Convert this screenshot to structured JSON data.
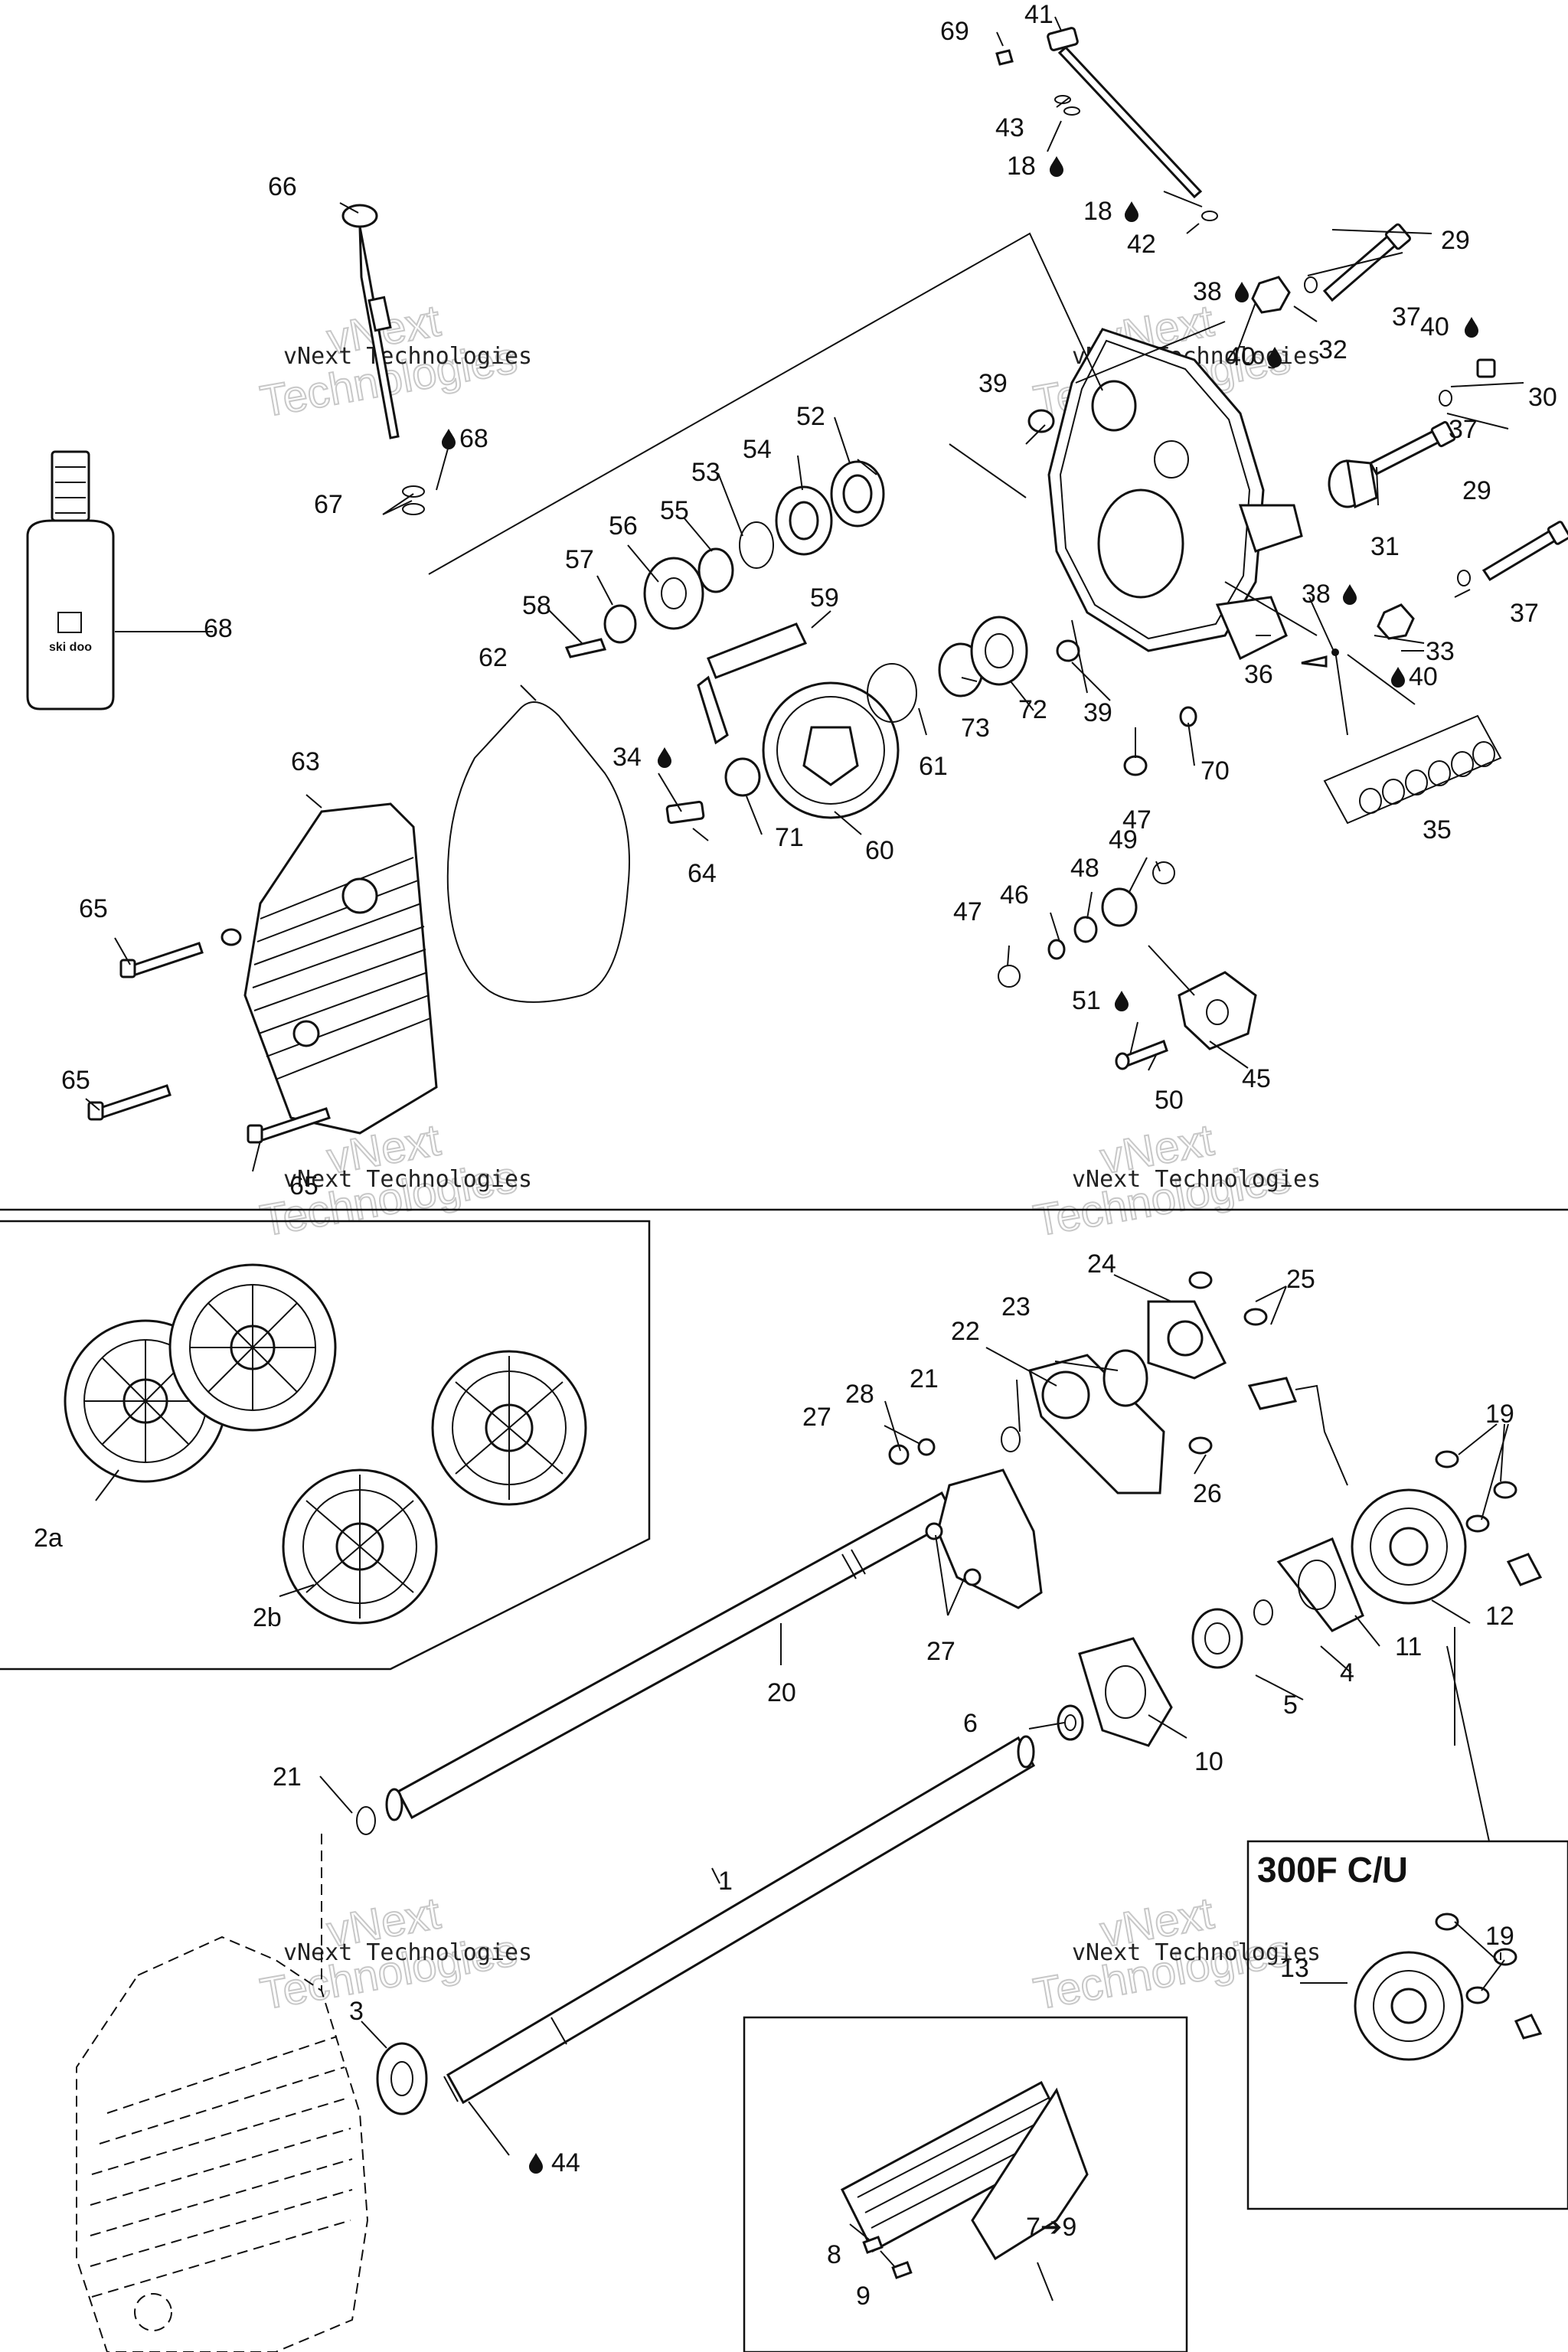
{
  "callouts": {
    "c69": "69",
    "c41": "41",
    "c43": "43",
    "c18a": "18",
    "c18b": "18",
    "c42": "42",
    "c29a": "29",
    "c37a": "37",
    "c38a": "38",
    "c40a": "40",
    "c32": "32",
    "c40b": "40",
    "c30": "30",
    "c37b": "37",
    "c29b": "29",
    "c31": "31",
    "c38b": "38",
    "c37c": "37",
    "c33": "33",
    "c40c": "40",
    "c36": "36",
    "c35": "35",
    "c70": "70",
    "c39a": "39",
    "c39b": "39",
    "c66": "66",
    "c67": "67",
    "c68a": "68",
    "c68b": "68",
    "c52": "52",
    "c54": "54",
    "c53": "53",
    "c55": "55",
    "c56": "56",
    "c57": "57",
    "c58": "58",
    "c59": "59",
    "c62": "62",
    "c72": "72",
    "c73": "73",
    "c61": "61",
    "c60": "60",
    "c71": "71",
    "c34": "34",
    "c64": "64",
    "c63": "63",
    "c65a": "65",
    "c65b": "65",
    "c65c": "65",
    "c49": "49",
    "c47a": "47",
    "c48": "48",
    "c46": "46",
    "c47b": "47",
    "c51": "51",
    "c50": "50",
    "c45": "45",
    "c2a": "2a",
    "c2b": "2b",
    "c24": "24",
    "c25": "25",
    "c23": "23",
    "c22": "22",
    "c21a": "21",
    "c28": "28",
    "c27a": "27",
    "c26": "26",
    "c27b": "27",
    "c20": "20",
    "c19a": "19",
    "c12": "12",
    "c11": "11",
    "c4": "4",
    "c5": "5",
    "c10": "10",
    "c6": "6",
    "c21b": "21",
    "c1": "1",
    "c3": "3",
    "c44": "44",
    "c13": "13",
    "c19b": "19",
    "c8": "8",
    "c9": "9",
    "c79": "7➔9"
  },
  "inset_title": "300F C/U",
  "bottle_label": "ski doo",
  "watermark": {
    "small": "vNext Technologies",
    "big_line1": "vNext",
    "big_line2": "Technologies"
  },
  "colors": {
    "line": "#111111",
    "watermark_outline": "#c8c8c8",
    "background": "#ffffff"
  },
  "icons": {
    "lubricant": "oil-drop-icon"
  }
}
